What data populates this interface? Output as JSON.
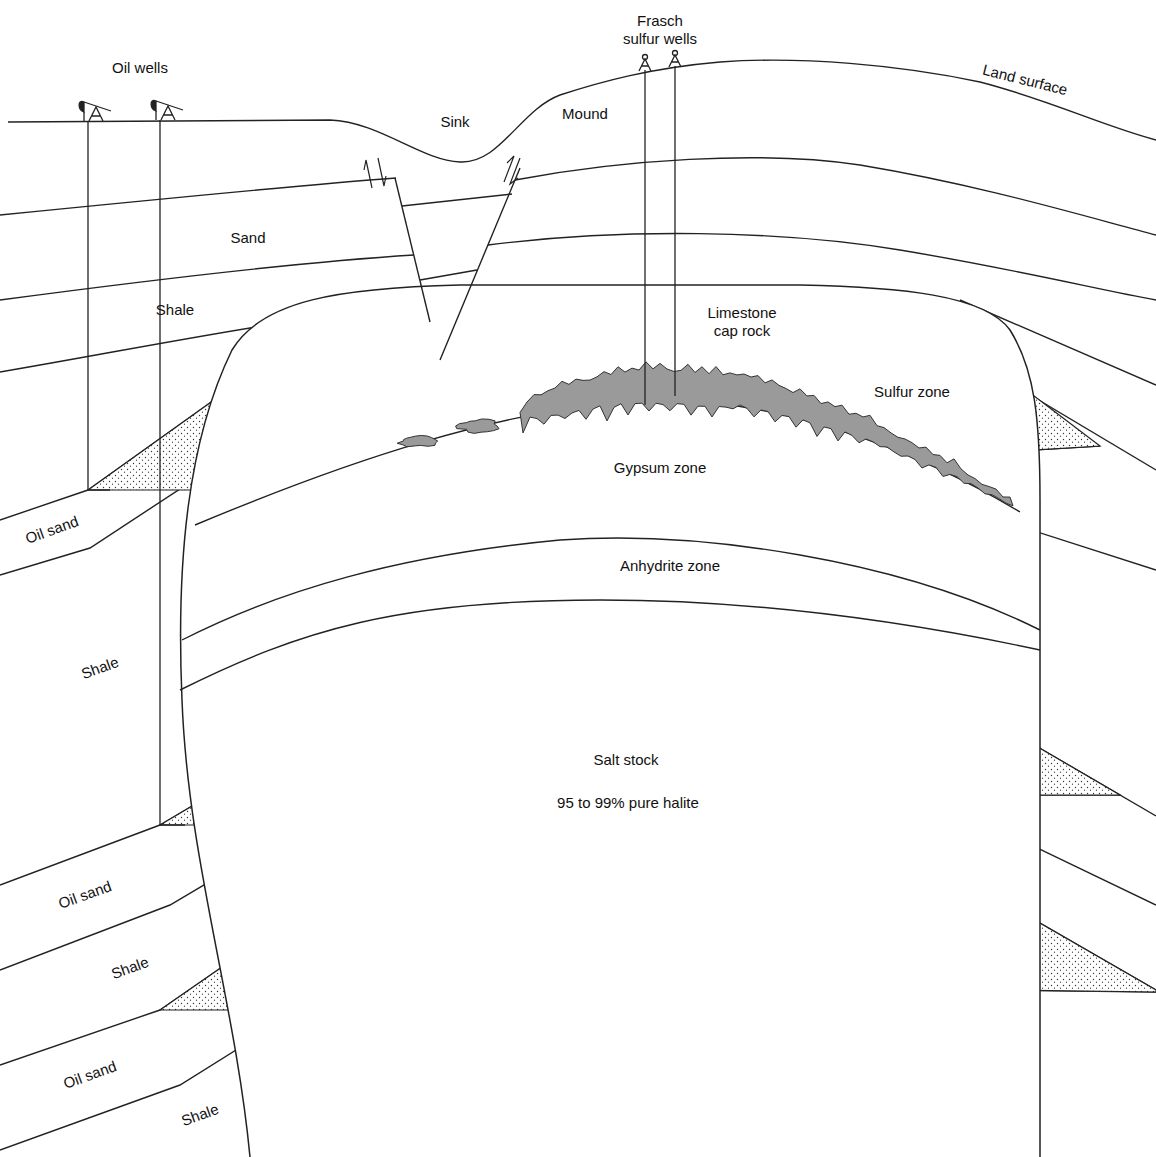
{
  "diagram": {
    "labels": [
      "Frasch sulfur wells",
      "Oil wells",
      "Land surface",
      "Sink",
      "Mound",
      "Sand",
      "Shale",
      "Limestone cap rock",
      "Sulfur zone",
      "Gypsum zone",
      "Oil sand",
      "Anhydrite zone",
      "Shale",
      "Salt stock",
      "95 to 99% pure halite",
      "Oil sand",
      "Shale",
      "Oil sand",
      "Shale"
    ]
  }
}
